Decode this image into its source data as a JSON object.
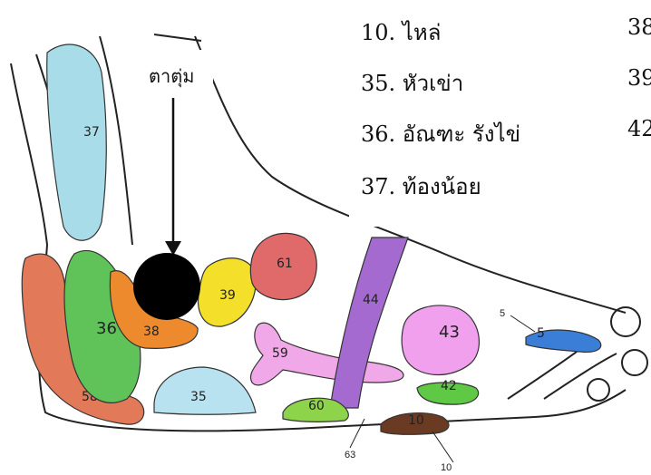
{
  "callout": {
    "label": "ตาตุ่ม"
  },
  "legend": {
    "col1": [
      "10. ไหล่",
      "35. หัวเข่า",
      "36. อัณฑะ รังไข่",
      "37. ท้องน้อย"
    ],
    "col2": [
      "38",
      "39",
      "42"
    ]
  },
  "zones": [
    {
      "id": "37",
      "color": "#a8dce8"
    },
    {
      "id": "58",
      "color": "#e27a5a"
    },
    {
      "id": "36",
      "color": "#5fc35a"
    },
    {
      "id": "38",
      "color": "#ee8a2e"
    },
    {
      "id": "39",
      "color": "#f4e02a"
    },
    {
      "id": "61",
      "color": "#e06a6a"
    },
    {
      "id": "59",
      "color": "#f1a8e8"
    },
    {
      "id": "44",
      "color": "#a46ad0"
    },
    {
      "id": "43",
      "color": "#f0a0ec"
    },
    {
      "id": "42",
      "color": "#5fc845"
    },
    {
      "id": "35",
      "color": "#b8e2f0"
    },
    {
      "id": "60",
      "color": "#8dd44a"
    },
    {
      "id": "10",
      "color": "#6a3a22"
    },
    {
      "id": "5",
      "color": "#3b7ed8"
    }
  ],
  "pointer_labels": {
    "p63": "63",
    "p10": "10",
    "p5": "5"
  }
}
